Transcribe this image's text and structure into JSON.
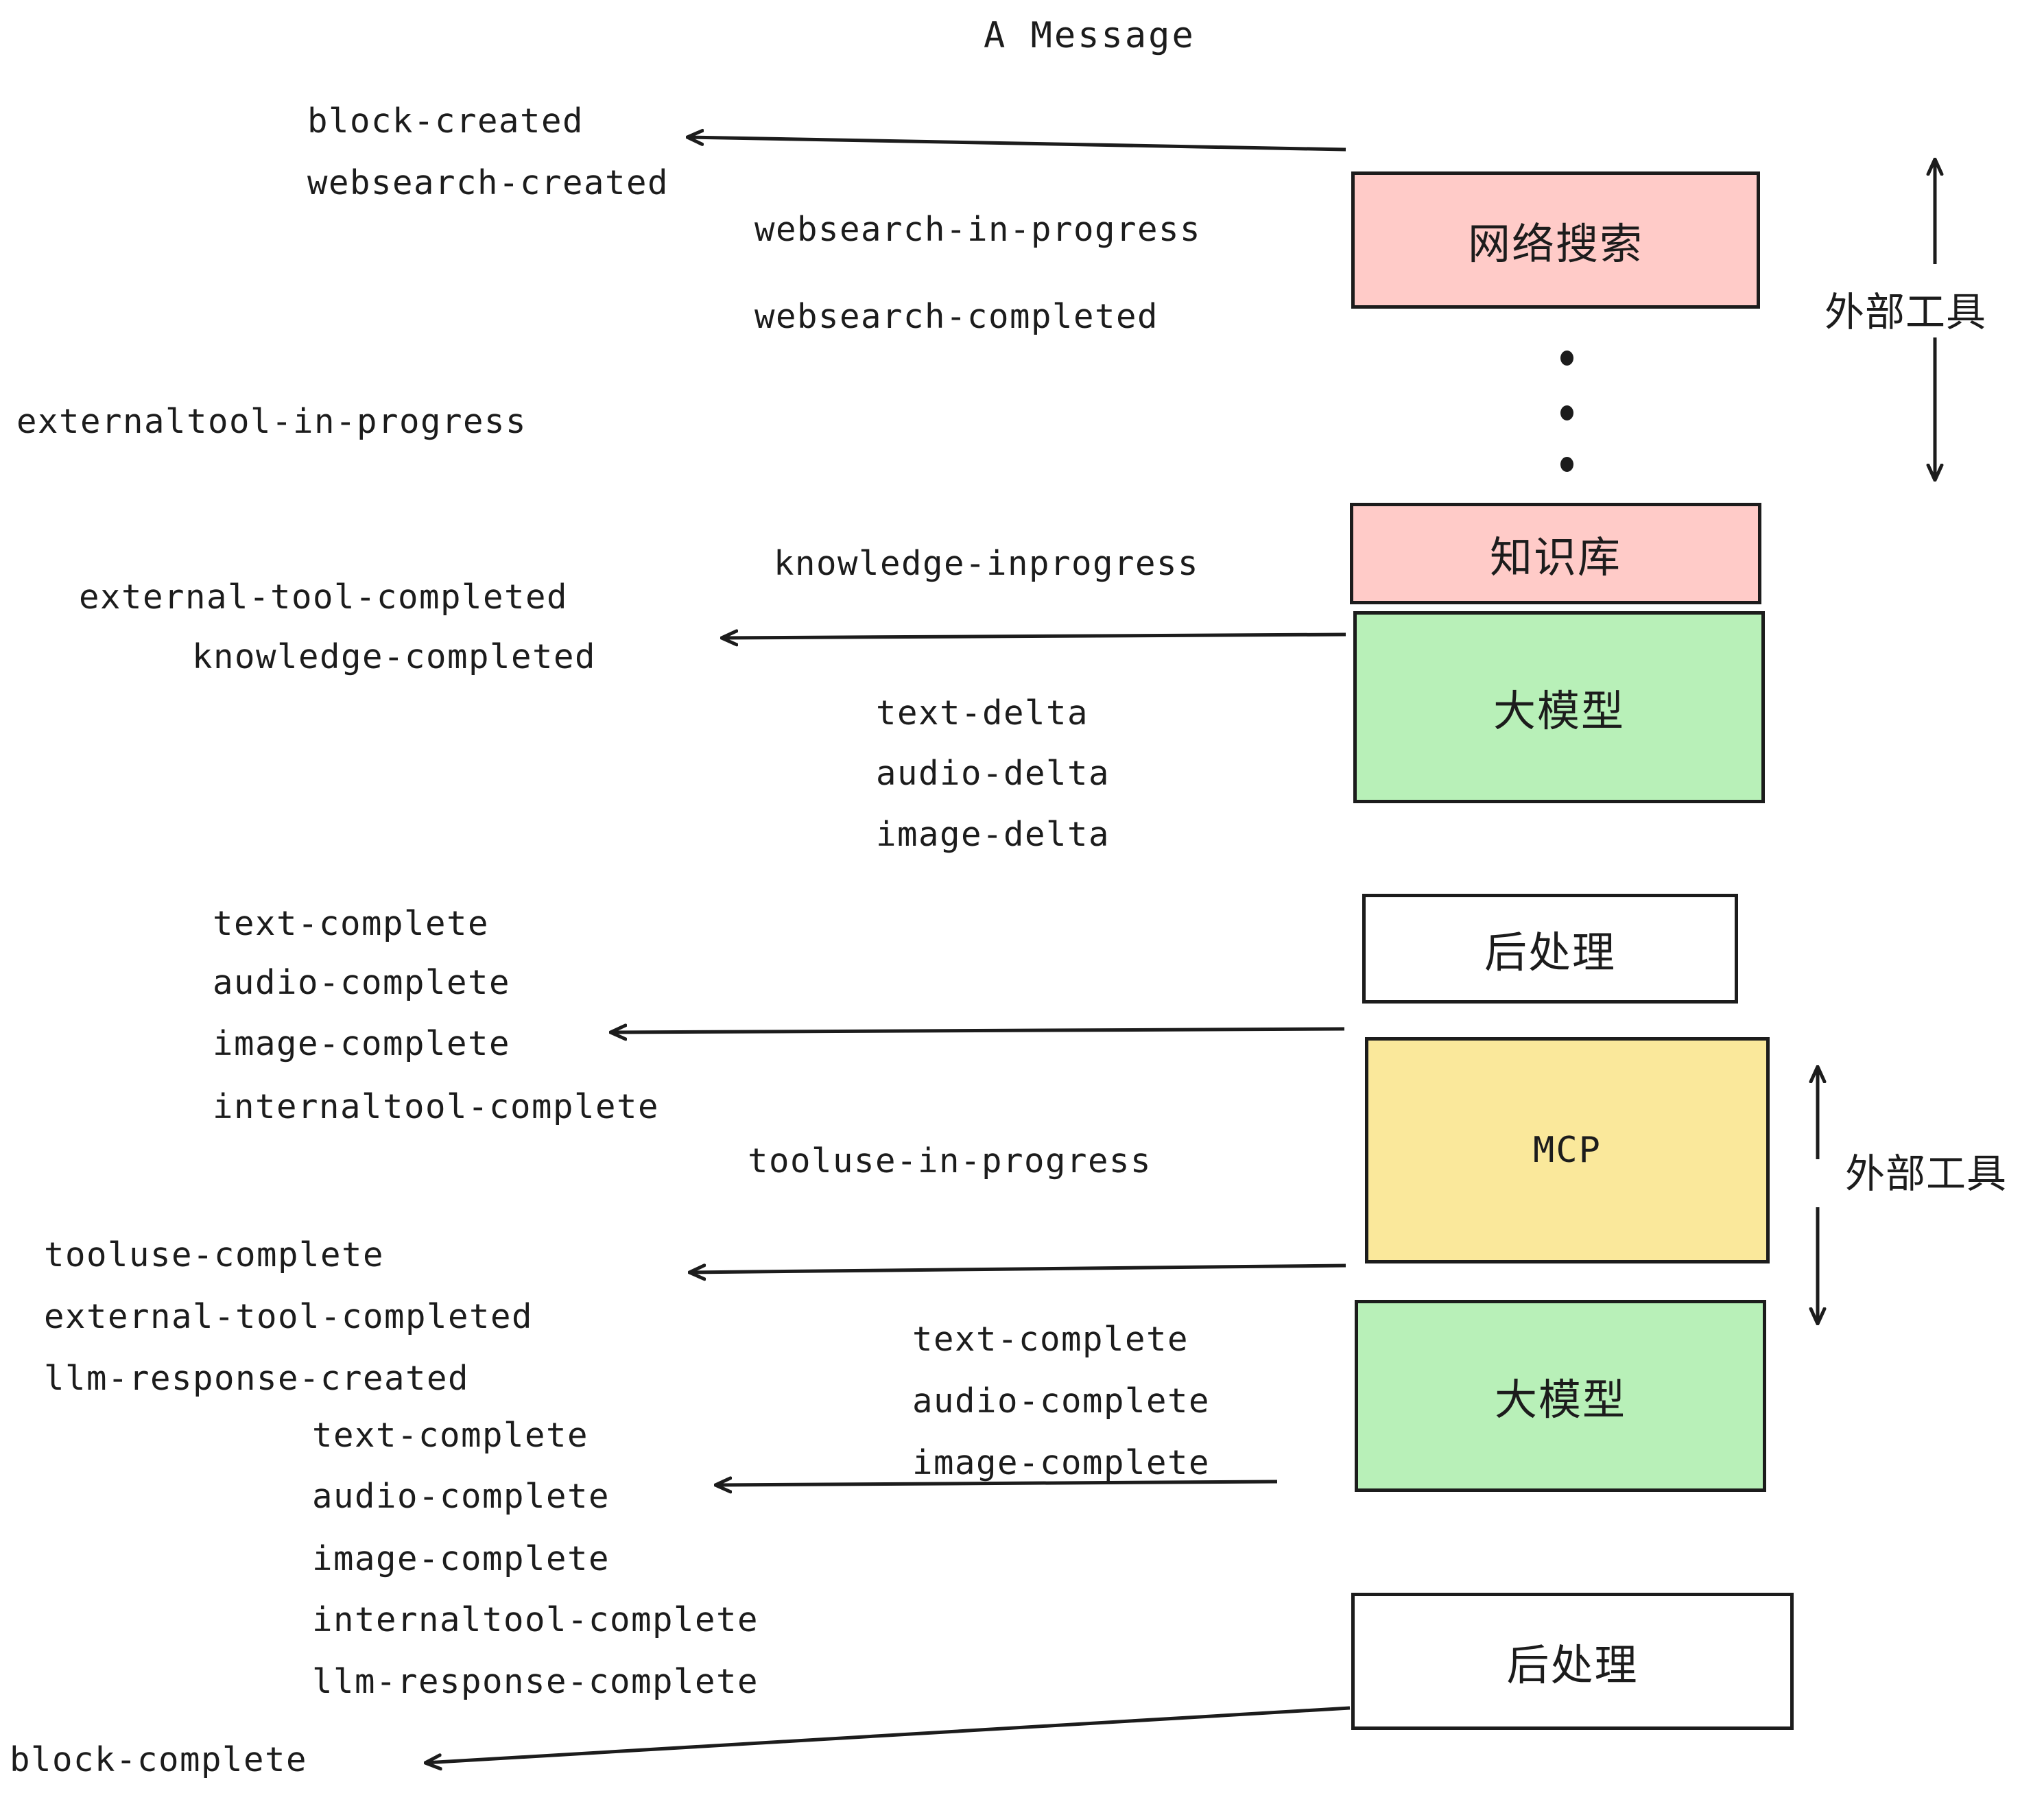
{
  "title": "A Message",
  "colors": {
    "pink": "#ffcbc8",
    "green": "#b8f0b8",
    "yellow": "#fae89b",
    "white": "#ffffff",
    "stroke": "#1c1c1c",
    "text": "#1c1c1c"
  },
  "boxes": [
    {
      "id": "websearch",
      "label": "网络搜索",
      "fill": "#ffcbc8"
    },
    {
      "id": "knowledge",
      "label": "知识库",
      "fill": "#ffcbc8"
    },
    {
      "id": "llm-1",
      "label": "大模型",
      "fill": "#b8f0b8"
    },
    {
      "id": "postproc-1",
      "label": "后处理",
      "fill": "#ffffff"
    },
    {
      "id": "mcp",
      "label": "MCP",
      "fill": "#fae89b"
    },
    {
      "id": "llm-2",
      "label": "大模型",
      "fill": "#b8f0b8"
    },
    {
      "id": "postproc-2",
      "label": "后处理",
      "fill": "#ffffff"
    }
  ],
  "side_labels": [
    {
      "id": "external-tools-top",
      "text": "外部工具"
    },
    {
      "id": "external-tools-bottom",
      "text": "外部工具"
    }
  ],
  "events": [
    {
      "id": "e01",
      "text": "block-created"
    },
    {
      "id": "e02",
      "text": "websearch-created"
    },
    {
      "id": "e03",
      "text": "websearch-in-progress"
    },
    {
      "id": "e04",
      "text": "websearch-completed"
    },
    {
      "id": "e05",
      "text": "externaltool-in-progress"
    },
    {
      "id": "e06",
      "text": "knowledge-inprogress"
    },
    {
      "id": "e07",
      "text": "external-tool-completed"
    },
    {
      "id": "e08",
      "text": "knowledge-completed"
    },
    {
      "id": "e09",
      "text": "text-delta"
    },
    {
      "id": "e10",
      "text": "audio-delta"
    },
    {
      "id": "e11",
      "text": "image-delta"
    },
    {
      "id": "e12",
      "text": "text-complete"
    },
    {
      "id": "e13",
      "text": "audio-complete"
    },
    {
      "id": "e14",
      "text": "image-complete"
    },
    {
      "id": "e15",
      "text": "internaltool-complete"
    },
    {
      "id": "e16",
      "text": "tooluse-in-progress"
    },
    {
      "id": "e17",
      "text": "tooluse-complete"
    },
    {
      "id": "e18",
      "text": "external-tool-completed"
    },
    {
      "id": "e19",
      "text": "llm-response-created"
    },
    {
      "id": "e20",
      "text": "text-complete"
    },
    {
      "id": "e21",
      "text": "audio-complete"
    },
    {
      "id": "e22",
      "text": "image-complete"
    },
    {
      "id": "e23",
      "text": "internaltool-complete"
    },
    {
      "id": "e24",
      "text": "llm-response-complete"
    },
    {
      "id": "e25",
      "text": "block-complete"
    }
  ]
}
